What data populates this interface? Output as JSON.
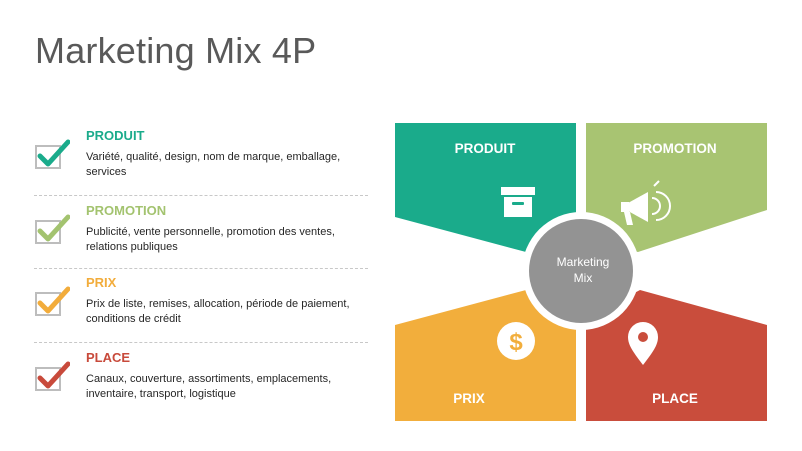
{
  "title": "Marketing Mix 4P",
  "items": [
    {
      "heading": "PRODUIT",
      "color": "#1aab8b",
      "desc": "Variété, qualité, design, nom de marque, emballage, services"
    },
    {
      "heading": "PROMOTION",
      "color": "#a3c36f",
      "desc": "Publicité, vente personnelle, promotion des ventes, relations publiques"
    },
    {
      "heading": "PRIX",
      "color": "#f2ac3b",
      "desc": "Prix de liste, remises, allocation, période de paiement, conditions de crédit"
    },
    {
      "heading": "PLACE",
      "color": "#c84a3b",
      "desc": "Canaux, couverture, assortiments, emplacements, inventaire, transport, logistique"
    }
  ],
  "diagram": {
    "center_line1": "Marketing",
    "center_line2": "Mix",
    "center_color": "#939393",
    "quadrants": {
      "produit": {
        "label": "PRODUIT",
        "icon": "archive-box-icon"
      },
      "promotion": {
        "label": "PROMOTION",
        "icon": "megaphone-icon"
      },
      "prix": {
        "label": "PRIX",
        "icon": "dollar-coin-icon"
      },
      "place": {
        "label": "PLACE",
        "icon": "map-pin-icon"
      }
    }
  }
}
